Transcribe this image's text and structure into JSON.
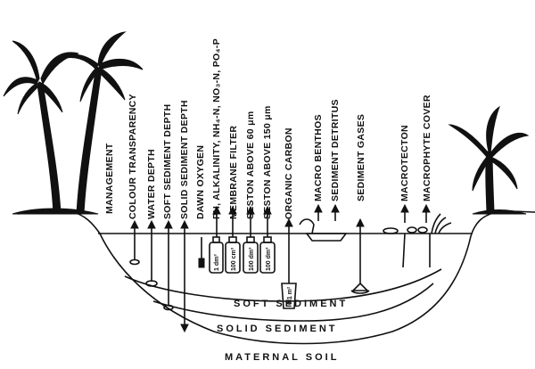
{
  "labels": [
    "MANAGEMENT",
    "COLOUR TRANSPARENCY",
    "WATER DEPTH",
    "SOFT SEDIMENT DEPTH",
    "SOLID SEDIMENT DEPTH",
    "DAWN OXYGEN",
    "PH, ALKALINITY, NH₄-N, NO₃-N, PO₄-P",
    "MEMBRANE FILTER",
    "SESTON ABOVE 60 μm",
    "SESTON ABOVE 150 μm",
    "ORGANIC CARBON",
    "MACRO BENTHOS",
    "SEDIMENT DETRITUS",
    "SEDIMENT GASES",
    "MACROTECTON",
    "MACROPHYTE COVER"
  ],
  "layers": {
    "soft": "SOFT          SEDIMENT",
    "solid": "SOLID   SEDIMENT",
    "soil": "MATERNAL   SOIL"
  },
  "bottles": [
    "1 dm³",
    "100 cm³",
    "100 dm³",
    "100 dm³"
  ],
  "corer": "0.1 m²",
  "icons": [
    "palm-tree-icon",
    "banana-tree-icon"
  ]
}
